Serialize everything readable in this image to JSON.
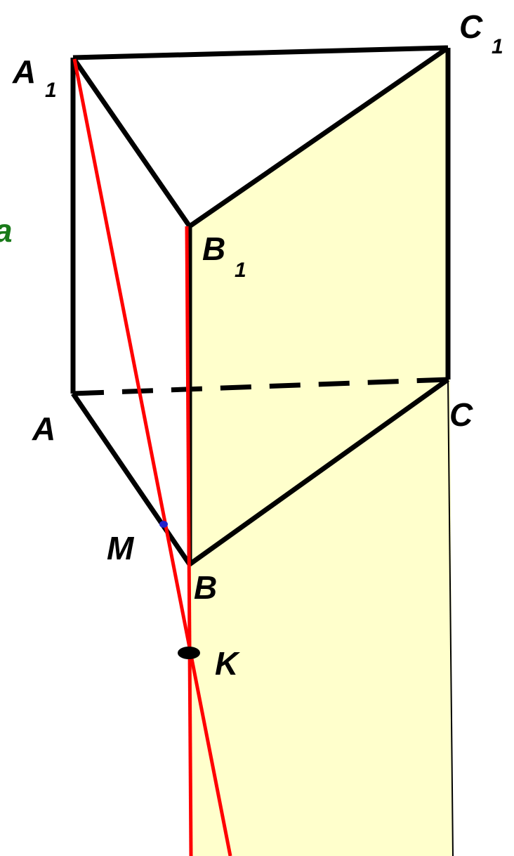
{
  "colors": {
    "plane_fill": "#ffffcc",
    "edge": "#000000",
    "construction": "#ff0000",
    "point_m": "#2222cc",
    "point_k": "#000000",
    "partial_label": "#1a7a1a"
  },
  "labels": {
    "a1": {
      "main": "A",
      "sub": "1"
    },
    "b1": {
      "main": "B",
      "sub": "1"
    },
    "c1": {
      "main": "C",
      "sub": "1"
    },
    "a": "A",
    "b": "B",
    "c": "C",
    "m": "M",
    "k": "K",
    "partial_left": "а"
  }
}
